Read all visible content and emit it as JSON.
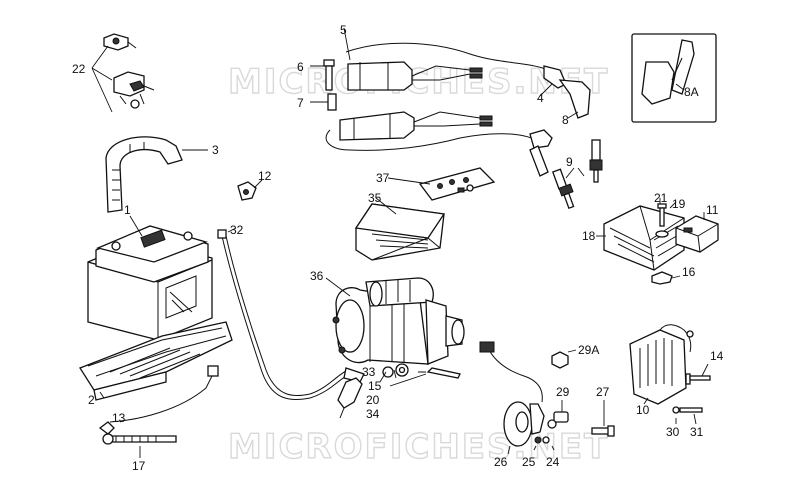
{
  "watermark": {
    "top": "MICROFICHES.NET",
    "bottom": "MICROFICHES.NET"
  },
  "labels": {
    "l1": "1",
    "l2": "2",
    "l3": "3",
    "l4": "4",
    "l5": "5",
    "l6": "6",
    "l7": "7",
    "l8": "8",
    "l8a": "8A",
    "l9": "9",
    "l10": "10",
    "l11": "11",
    "l12": "12",
    "l13": "13",
    "l14": "14",
    "l15": "15",
    "l16": "16",
    "l17": "17",
    "l18": "18",
    "l19": "19",
    "l20": "20",
    "l21": "21",
    "l22": "22",
    "l24": "24",
    "l25": "25",
    "l26": "26",
    "l27": "27",
    "l29": "29",
    "l29a": "29A",
    "l30": "30",
    "l31": "31",
    "l32": "32",
    "l33": "33",
    "l34": "34",
    "l35": "35",
    "l36": "36",
    "l37": "37"
  }
}
